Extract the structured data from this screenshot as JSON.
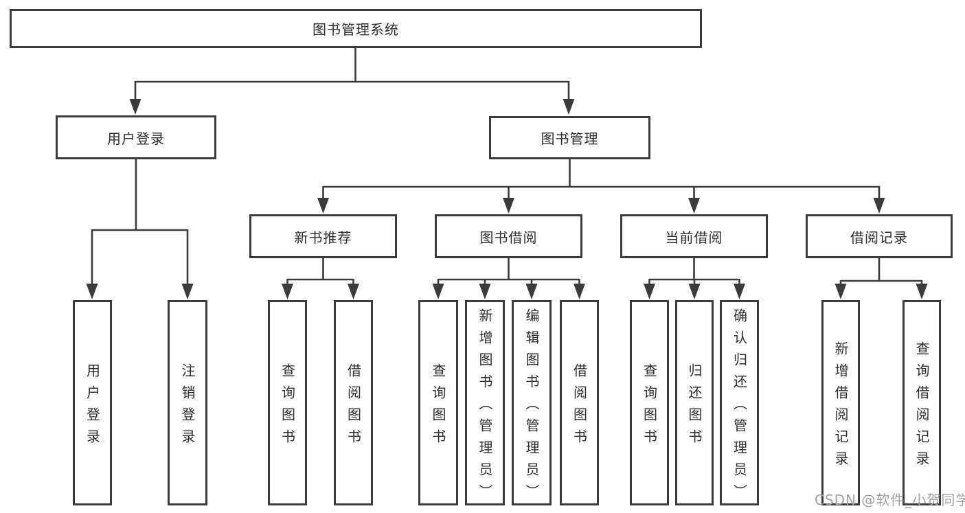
{
  "diagram": {
    "tree": {
      "label": "图书管理系统",
      "children": [
        {
          "label": "用户登录",
          "children": [
            {
              "label": "用户登录"
            },
            {
              "label": "注销登录"
            }
          ]
        },
        {
          "label": "图书管理",
          "children": [
            {
              "label": "新书推荐",
              "children": [
                {
                  "label": "查询图书"
                },
                {
                  "label": "借阅图书"
                }
              ]
            },
            {
              "label": "图书借阅",
              "children": [
                {
                  "label": "查询图书"
                },
                {
                  "label": "新增图书（管理员）"
                },
                {
                  "label": "编辑图书（管理员）"
                },
                {
                  "label": "借阅图书"
                }
              ]
            },
            {
              "label": "当前借阅",
              "children": [
                {
                  "label": "查询图书"
                },
                {
                  "label": "归还图书"
                },
                {
                  "label": "确认归还（管理员）"
                }
              ]
            },
            {
              "label": "借阅记录",
              "children": [
                {
                  "label": "新增借阅记录"
                },
                {
                  "label": "查询借阅记录"
                }
              ]
            }
          ]
        }
      ]
    },
    "colors": {
      "line": "#3b3b3b",
      "text": "#2d2d2d",
      "background": "#ffffff",
      "watermark_gray": "#a2a2a2"
    }
  },
  "watermark": {
    "text": "CSDN @软件_小贺同学"
  }
}
